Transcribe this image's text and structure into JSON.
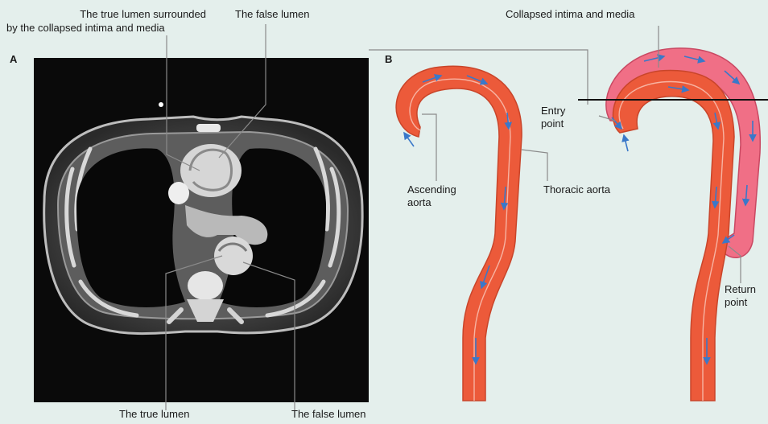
{
  "panels": {
    "a_letter": "A",
    "b_letter": "B"
  },
  "ct_labels": {
    "true_lumen_surrounded_line1": "The true lumen surrounded",
    "true_lumen_surrounded_line2": "by the collapsed intima and media",
    "false_lumen_top": "The false lumen",
    "true_lumen_bottom": "The true lumen",
    "false_lumen_bottom": "The false lumen"
  },
  "aorta_labels": {
    "ascending_line1": "Ascending",
    "ascending_line2": "aorta",
    "thoracic": "Thoracic aorta",
    "collapsed": "Collapsed intima and media",
    "entry_line1": "Entry",
    "entry_line2": "point",
    "return_line1": "Return",
    "return_line2": "point"
  },
  "colors": {
    "background": "#e4efec",
    "aorta_fill": "#ec5a3a",
    "aorta_inner_line": "#f7b3a2",
    "false_lumen_fill": "#f06f86",
    "flow_arrow": "#3a78c9",
    "ct_background": "#0a0a0a"
  }
}
